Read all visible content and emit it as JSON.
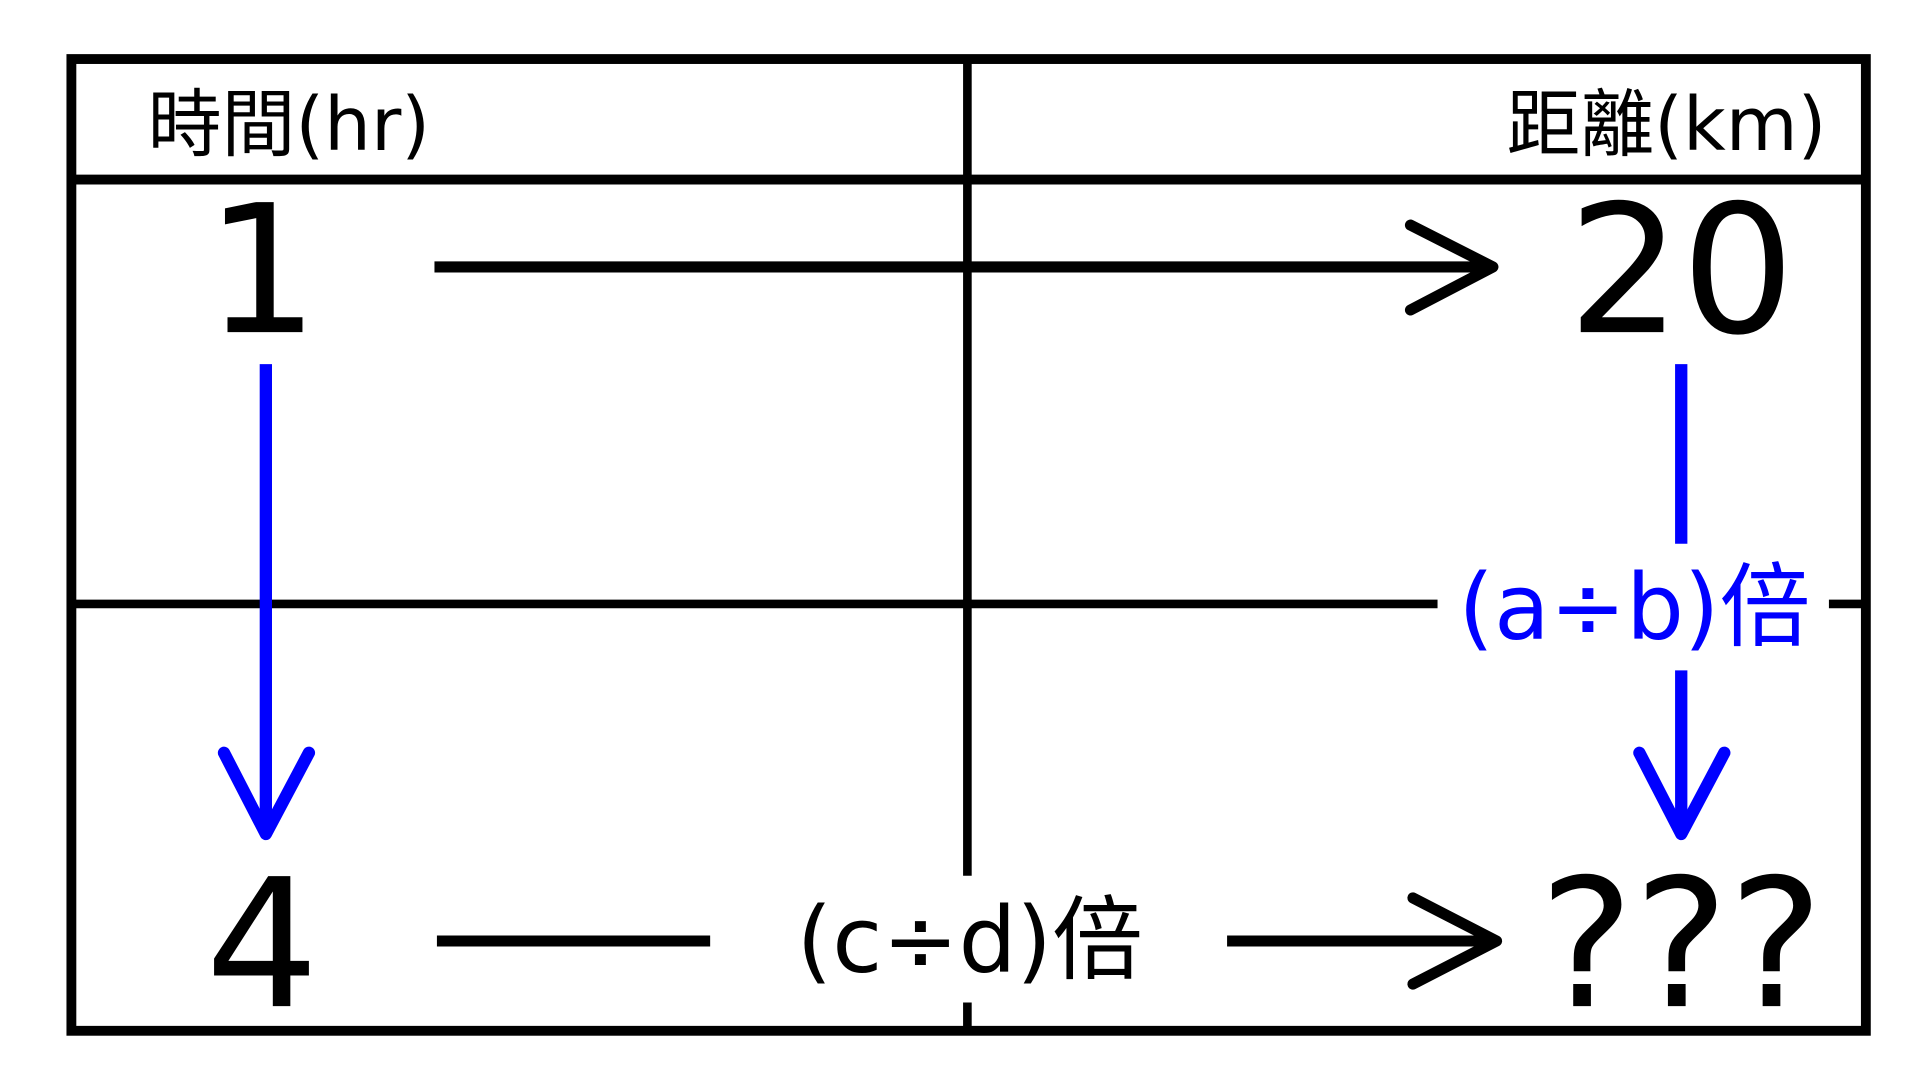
{
  "table": {
    "header_time": "時間(hr)",
    "header_distance": "距離(km)",
    "row1_time": "1",
    "row1_distance": "20",
    "row2_time": "4",
    "row2_distance": "???"
  },
  "labels": {
    "distance_ratio": "(a÷b)倍",
    "time_ratio": "(c÷d)倍"
  },
  "colors": {
    "line": "#000000",
    "accent": "#0000ff"
  }
}
